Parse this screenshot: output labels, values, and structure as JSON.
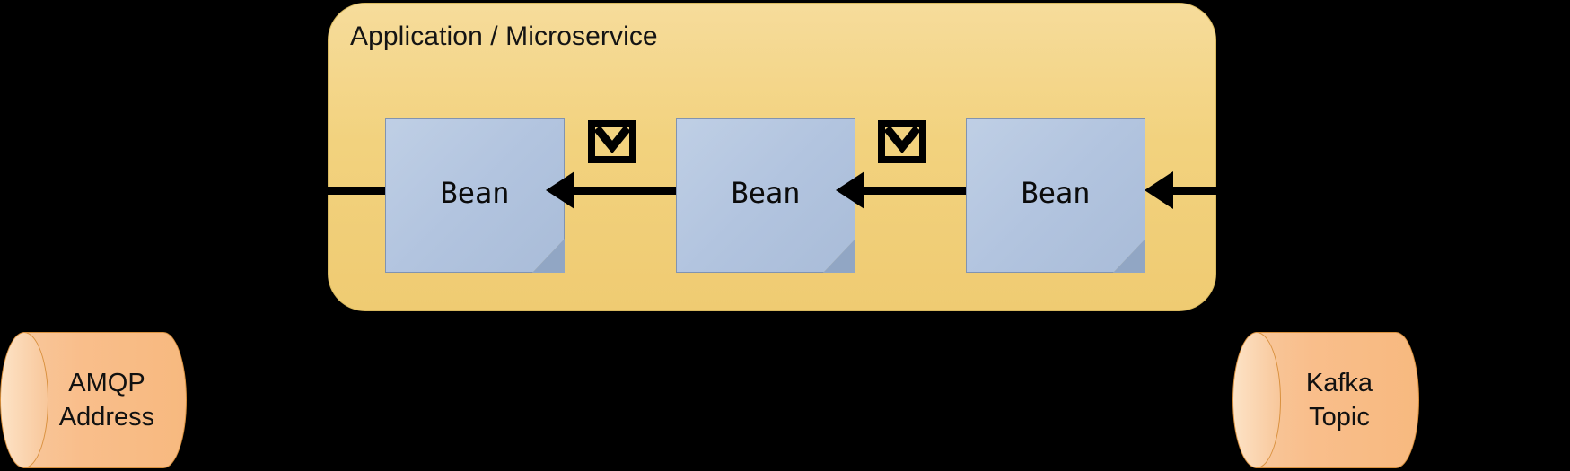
{
  "diagram": {
    "background_color": "#000000",
    "container": {
      "title": "Application / Microservice",
      "fill_color": "#F2D282",
      "border_color": "#D9B95F"
    },
    "beans": [
      {
        "label": "Bean"
      },
      {
        "label": "Bean"
      },
      {
        "label": "Bean"
      }
    ],
    "bean_style": {
      "fill_color": "#B2C4DF",
      "border_color": "#8193B0"
    },
    "messages": [
      {
        "icon": "envelope-icon"
      },
      {
        "icon": "envelope-icon"
      }
    ],
    "arrows": [
      {
        "direction": "left",
        "name": "arrow-out-to-amqp"
      },
      {
        "direction": "left",
        "name": "arrow-bean2-to-bean1"
      },
      {
        "direction": "left",
        "name": "arrow-bean3-to-bean2"
      },
      {
        "direction": "left",
        "name": "arrow-kafka-to-bean3"
      }
    ],
    "endpoints": [
      {
        "name": "amqp-address",
        "line1": "AMQP",
        "line2": "Address",
        "fill_color": "#F9BE8B",
        "border_color": "#D9913F"
      },
      {
        "name": "kafka-topic",
        "line1": "Kafka",
        "line2": "Topic",
        "fill_color": "#F9BE8B",
        "border_color": "#D9913F"
      }
    ]
  }
}
